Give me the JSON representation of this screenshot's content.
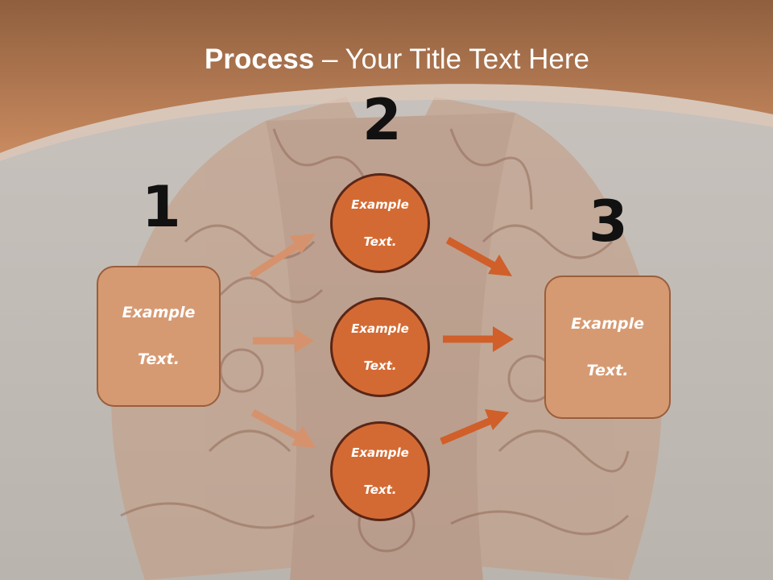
{
  "title": {
    "bold": "Process",
    "rest": " – Your Title Text Here"
  },
  "steps": {
    "one": "1",
    "two": "2",
    "three": "3"
  },
  "left_box": {
    "line1": "Example",
    "line2": "Text."
  },
  "circles": [
    {
      "line1": "Example",
      "line2": "Text."
    },
    {
      "line1": "Example",
      "line2": "Text."
    },
    {
      "line1": "Example",
      "line2": "Text."
    }
  ],
  "right_box": {
    "line1": "Example",
    "line2": "Text."
  },
  "colors": {
    "header": "#c4825a",
    "box_fill": "#d69a72",
    "circle_fill": "#d46a33",
    "left_arrows": "#d6926c",
    "right_arrows": "#d05f2a"
  }
}
